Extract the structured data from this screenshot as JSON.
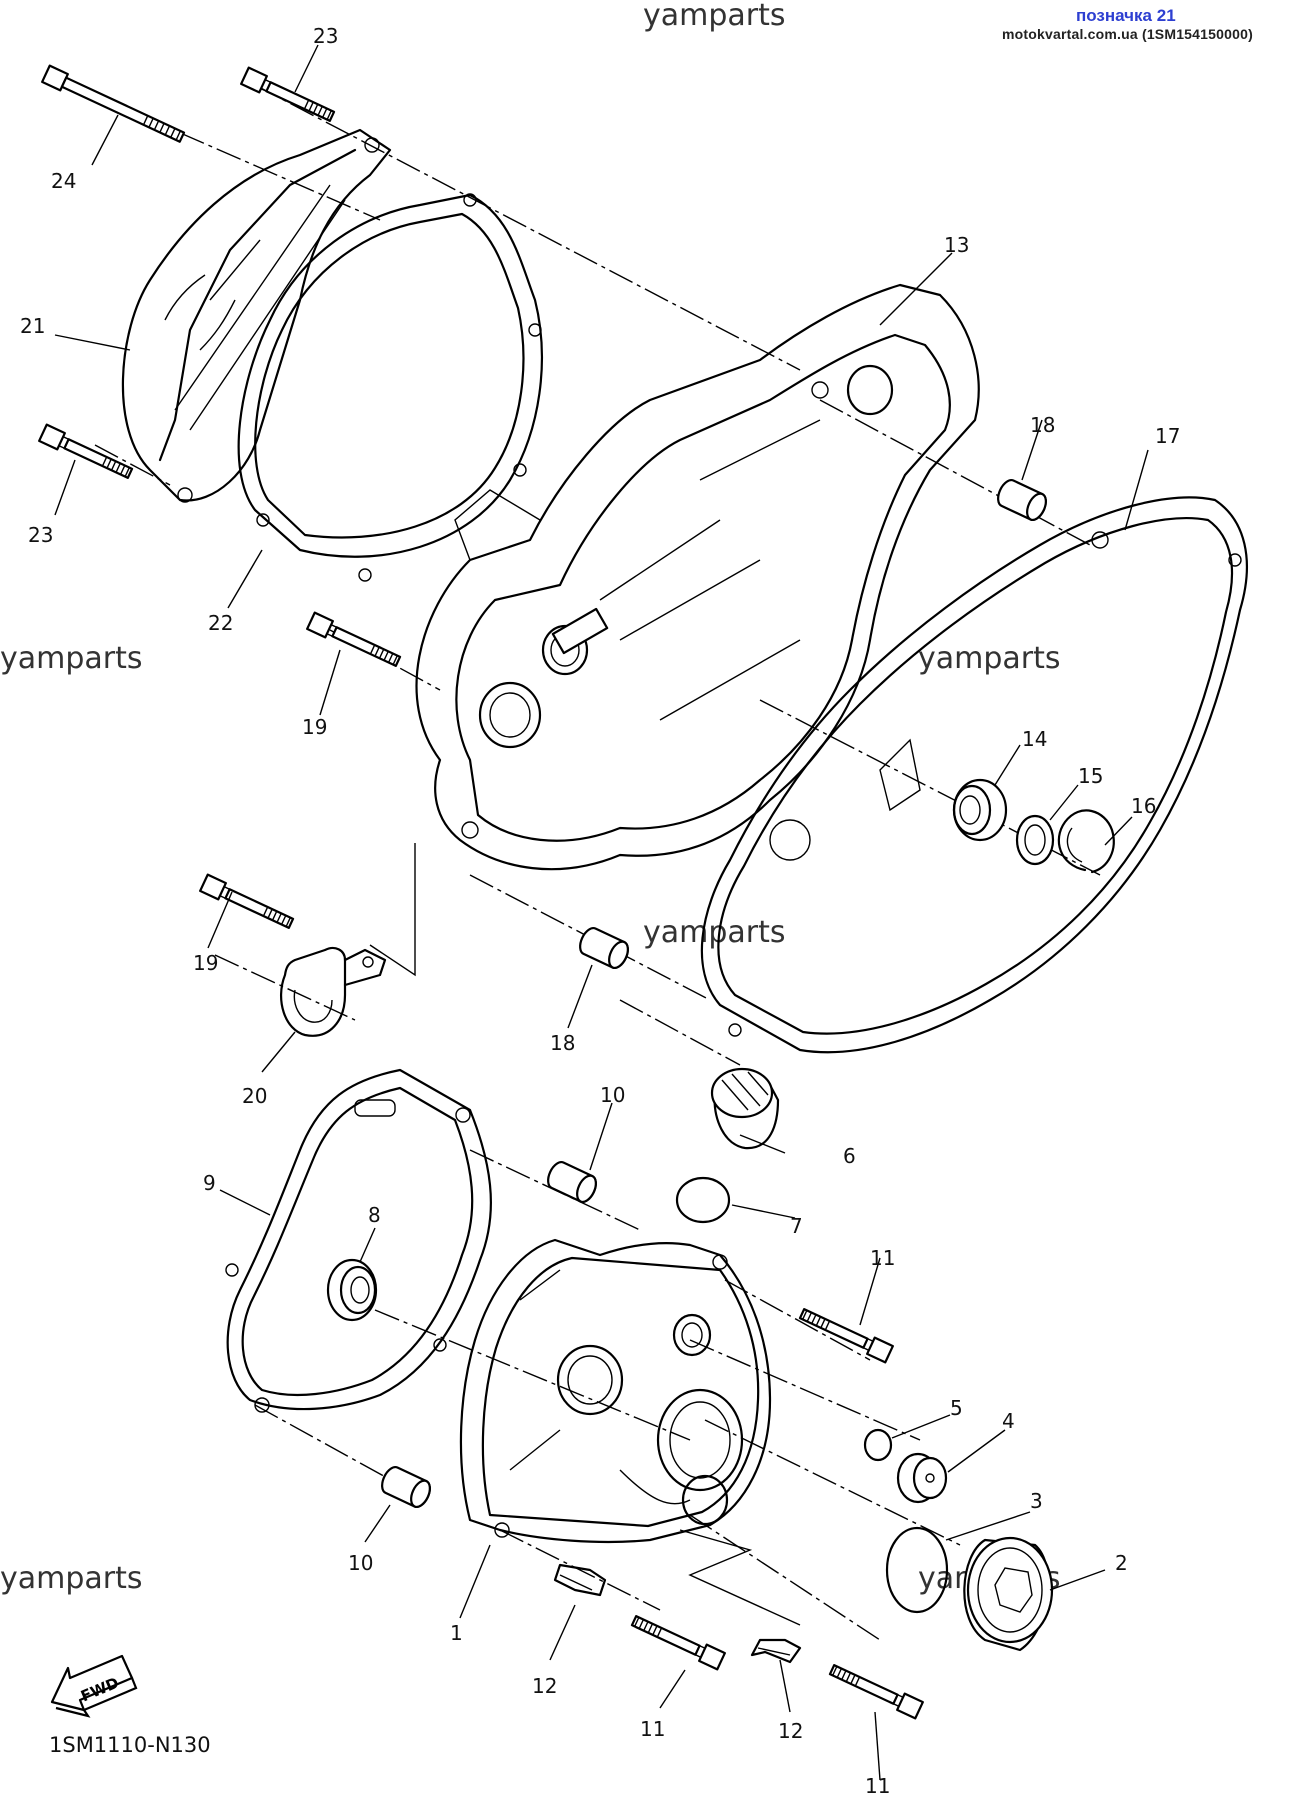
{
  "header": {
    "ref_title": "позначка 21",
    "ref_site": "motokvartal.com.ua (1SM154150000)"
  },
  "watermark": "yamparts",
  "diagram_code": "1SM1110-N130",
  "fwd_label": "FWD",
  "callouts": [
    {
      "id": "c1",
      "label": "1"
    },
    {
      "id": "c2",
      "label": "2"
    },
    {
      "id": "c3",
      "label": "3"
    },
    {
      "id": "c4",
      "label": "4"
    },
    {
      "id": "c5",
      "label": "5"
    },
    {
      "id": "c6",
      "label": "6"
    },
    {
      "id": "c7",
      "label": "7"
    },
    {
      "id": "c8",
      "label": "8"
    },
    {
      "id": "c9",
      "label": "9"
    },
    {
      "id": "c10a",
      "label": "10"
    },
    {
      "id": "c10b",
      "label": "10"
    },
    {
      "id": "c11a",
      "label": "11"
    },
    {
      "id": "c11b",
      "label": "11"
    },
    {
      "id": "c11c",
      "label": "11"
    },
    {
      "id": "c12a",
      "label": "12"
    },
    {
      "id": "c12b",
      "label": "12"
    },
    {
      "id": "c13",
      "label": "13"
    },
    {
      "id": "c14",
      "label": "14"
    },
    {
      "id": "c15",
      "label": "15"
    },
    {
      "id": "c16",
      "label": "16"
    },
    {
      "id": "c17",
      "label": "17"
    },
    {
      "id": "c18a",
      "label": "18"
    },
    {
      "id": "c18b",
      "label": "18"
    },
    {
      "id": "c19a",
      "label": "19"
    },
    {
      "id": "c19b",
      "label": "19"
    },
    {
      "id": "c20",
      "label": "20"
    },
    {
      "id": "c21",
      "label": "21"
    },
    {
      "id": "c22",
      "label": "22"
    },
    {
      "id": "c23a",
      "label": "23"
    },
    {
      "id": "c23b",
      "label": "23"
    },
    {
      "id": "c24",
      "label": "24"
    }
  ]
}
